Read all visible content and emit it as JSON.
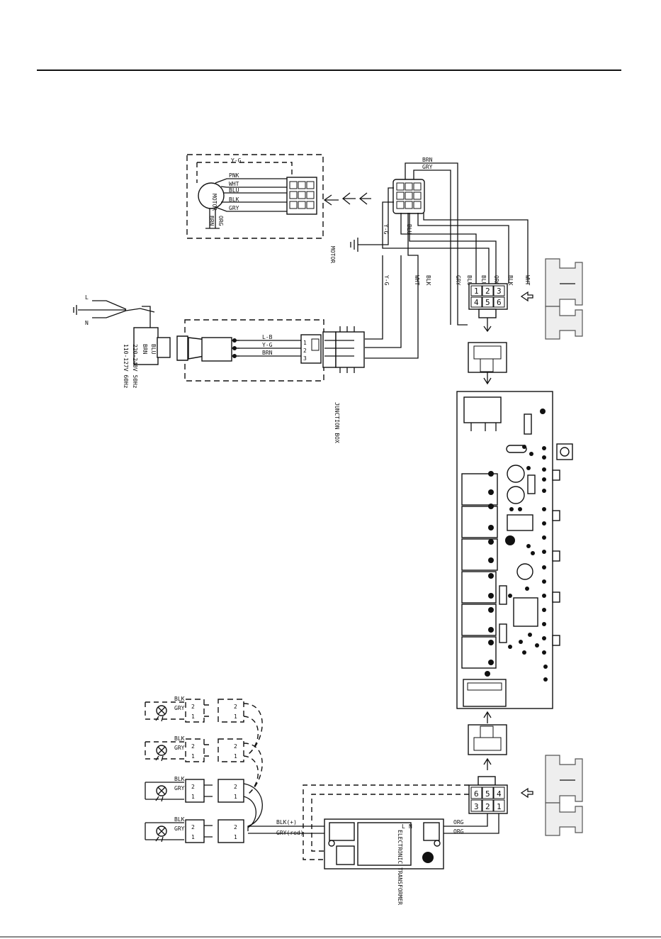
{
  "motor_block": {
    "top_label": "Y-G",
    "motor_label": "MOTOR",
    "wires": [
      "PNK",
      "WHT",
      "BLU",
      "BLK",
      "GRY"
    ],
    "bottom_wires": [
      "BRN",
      "ORG"
    ],
    "side_label": "MOTOR"
  },
  "main_connector": {
    "wires_top": [
      "BRN",
      "GRY"
    ],
    "wire_y_g": "Y-G",
    "wire_blu": "BLU",
    "right_wires": [
      "GRY",
      "BLU",
      "BLU",
      "ORG",
      "BLK"
    ],
    "wht": "WHT",
    "blk": "BLK",
    "y_g_lower": "Y-G"
  },
  "six_pin": {
    "pins_top": [
      "1",
      "2",
      "3"
    ],
    "pins_bottom": [
      "4",
      "5",
      "6"
    ]
  },
  "bottom_six_pin": {
    "pins_top": [
      "6",
      "5",
      "4"
    ],
    "pins_bottom": [
      "3",
      "2",
      "1"
    ]
  },
  "power_cord": {
    "lines": [
      "110-127V 60Hz",
      "220-240V 50Hz",
      "BRN",
      "BLU"
    ],
    "symbols": [
      "L",
      "N"
    ]
  },
  "junction_box": {
    "wires": [
      "L-B",
      "Y-G",
      "BRN"
    ],
    "pins": [
      "1",
      "2",
      "3"
    ],
    "side_label": "JUNCTION BOX"
  },
  "lamps": [
    {
      "blk": "BLK",
      "gry": "GRY",
      "pins": [
        "2",
        "1"
      ]
    },
    {
      "blk": "BLK",
      "gry": "GRY",
      "pins": [
        "2",
        "1"
      ]
    },
    {
      "blk": "BLK",
      "gry": "GRY",
      "pins": [
        "2",
        "1"
      ]
    },
    {
      "blk": "BLK",
      "gry": "GRY",
      "pins": [
        "2",
        "1"
      ]
    }
  ],
  "driver": {
    "label": "ELECTRONIC TRANSFORMER",
    "in_wires": [
      "BLK(+)",
      "GRY(red)"
    ],
    "out_wires": [
      "ORG",
      "ORG"
    ],
    "io": [
      "L",
      "N"
    ]
  }
}
